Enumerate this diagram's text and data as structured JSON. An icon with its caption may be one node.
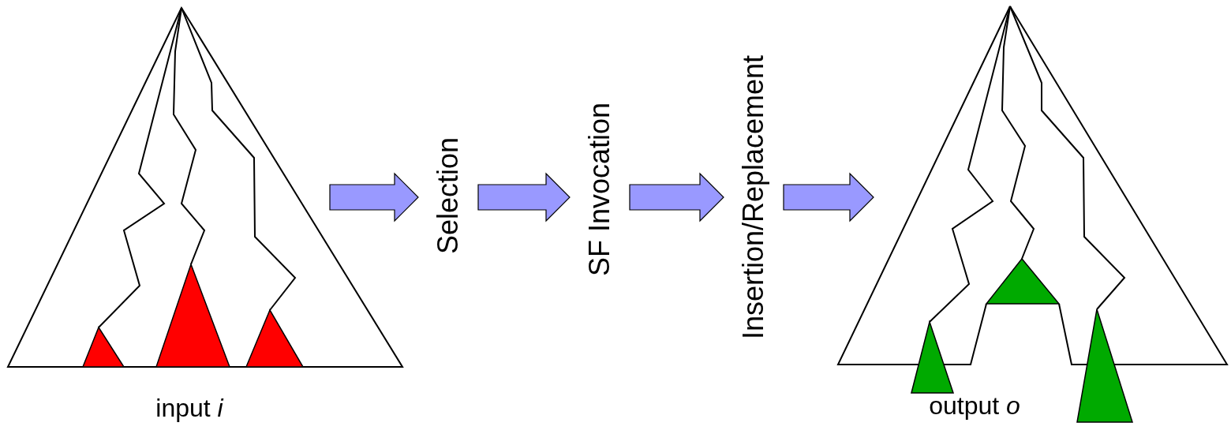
{
  "diagram": {
    "nodes": [
      {
        "text": [
          "input *i*"
        ]
      },
      {
        "text": [
          "Selection"
        ]
      },
      {
        "text": [
          "SF Invocation"
        ]
      },
      {
        "text": [
          "Insertion/Replacement"
        ]
      },
      {
        "text": [
          "output *o*"
        ]
      }
    ],
    "edges": [
      {
        "from": 0,
        "to": 1,
        "arrow": "to"
      },
      {
        "from": 1,
        "to": 2,
        "arrow": "to"
      },
      {
        "from": 2,
        "to": 3,
        "arrow": "to"
      },
      {
        "from": 3,
        "to": 4,
        "arrow": "to"
      }
    ]
  }
}
